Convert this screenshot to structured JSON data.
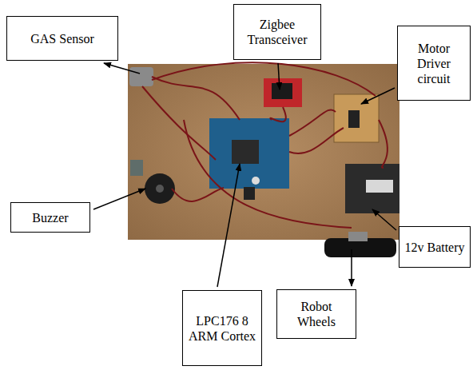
{
  "diagram": {
    "nodes": [
      {
        "text": [
          "GAS Sensor"
        ]
      },
      {
        "text": [
          "Zigbee Transceiver"
        ]
      },
      {
        "text": [
          "Motor Driver circuit"
        ]
      },
      {
        "text": [
          "Buzzer"
        ]
      },
      {
        "text": [
          "12v Battery"
        ]
      },
      {
        "text": [
          "LPC176 8 ARM Cortex"
        ]
      },
      {
        "text": [
          "Robot Wheels"
        ]
      }
    ]
  }
}
